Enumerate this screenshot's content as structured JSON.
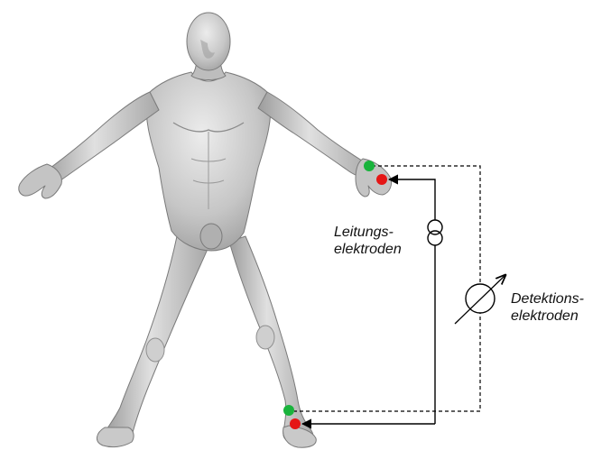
{
  "labels": {
    "conduction": {
      "line1": "Leitungs-",
      "line2": "elektroden"
    },
    "detection": {
      "line1": "Detektions-",
      "line2": "elektroden"
    }
  },
  "colors": {
    "body_light": "#e8e8e8",
    "body_mid": "#b4b4b4",
    "body_shadow": "#8c8c8c",
    "electrode_green": "#19b33c",
    "electrode_red": "#e51616",
    "wire": "#000000"
  },
  "icons": {
    "current_source": "current-source-icon",
    "voltmeter": "voltmeter-icon"
  }
}
